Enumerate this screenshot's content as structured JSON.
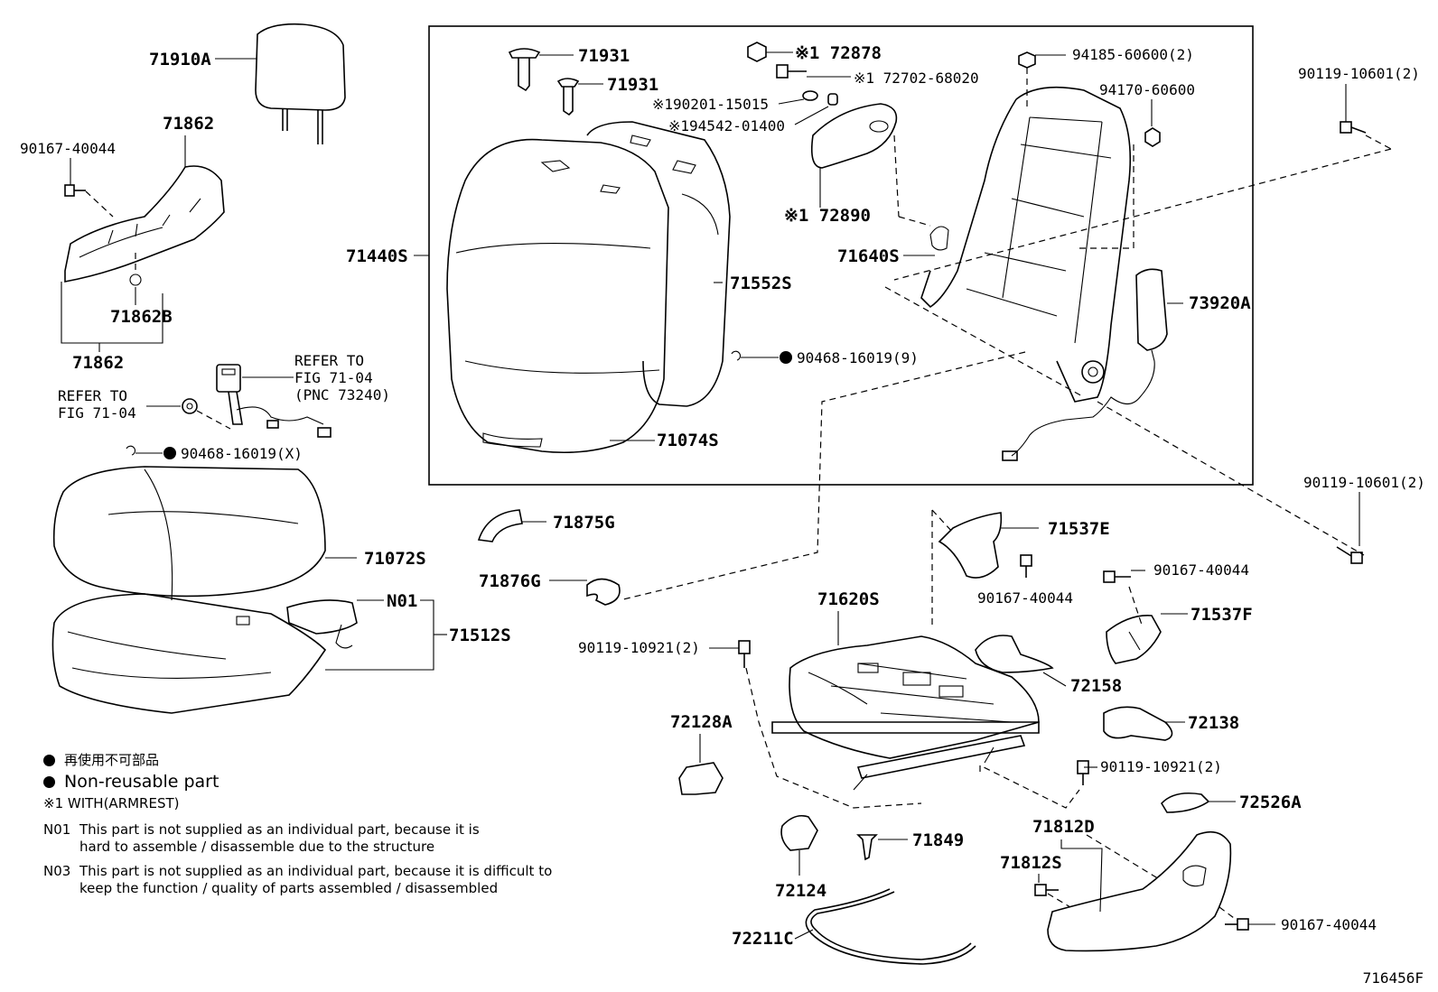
{
  "figure_id": "716456F",
  "callouts": {
    "c71910A": "71910A",
    "c71862_top": "71862",
    "c90167_40044_a": "90167-40044",
    "c71862B": "71862B",
    "c71862_bot": "71862",
    "c71440S": "71440S",
    "c71931_a": "71931",
    "c71931_b": "71931",
    "c72878": "※1 72878",
    "c72702": "※1 72702-68020",
    "c90201": "※190201-15015",
    "c94542": "※194542-01400",
    "c72890": "※1 72890",
    "c71552S": "71552S",
    "c71074S": "71074S",
    "c90468_9": "90468-16019(9)",
    "c94185": "94185-60600(2)",
    "c94170": "94170-60600",
    "c71640S": "71640S",
    "c73920A": "73920A",
    "c90119_10601_a": "90119-10601(2)",
    "c90119_10601_b": "90119-10601(2)",
    "c71875G": "71875G",
    "c71876G": "71876G",
    "c71072S": "71072S",
    "cN01": "N01",
    "c71512S": "71512S",
    "c90468_X": "90468-16019(X)",
    "c71537E": "71537E",
    "c90167_40044_b": "90167-40044",
    "c90167_40044_c": "90167-40044",
    "c71537F": "71537F",
    "c71620S": "71620S",
    "c90119_10921_a": "90119-10921(2)",
    "c72158": "72158",
    "c72138": "72138",
    "c72128A": "72128A",
    "c90119_10921_b": "90119-10921(2)",
    "c72526A": "72526A",
    "c71812D": "71812D",
    "c71812S": "71812S",
    "c71849": "71849",
    "c72124": "72124",
    "c72211C": "72211C",
    "c90167_40044_d": "90167-40044"
  },
  "refer_belt": [
    "REFER TO",
    "FIG 71-04",
    "(PNC 73240)"
  ],
  "refer_buckle": [
    "REFER TO",
    "FIG 71-04"
  ],
  "legend": {
    "nonreusable_ja": "再使用不可部品",
    "nonreusable_en": "Non-reusable part",
    "armrest": "※1 WITH(ARMREST)"
  },
  "notes": [
    {
      "code": "N01",
      "line1": "This part is not supplied as an individual part, because it is",
      "line2": "hard to assemble / disassemble due to the structure"
    },
    {
      "code": "N03",
      "line1": "This part is not supplied as an individual part, because it is difficult to",
      "line2": "keep the function / quality of parts assembled / disassembled"
    }
  ],
  "colors": {
    "ink": "#000000",
    "paper": "#ffffff"
  }
}
